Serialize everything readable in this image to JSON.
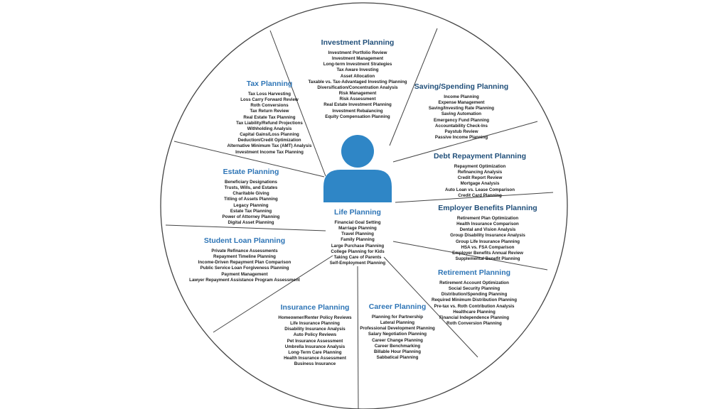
{
  "colors": {
    "heading": "#1f4e79",
    "heading_alt": "#2e75b6",
    "icon": "#2f86c6",
    "lines": "#444444"
  },
  "icons": {
    "center": "person-icon"
  },
  "sections": [
    {
      "key": "investment",
      "title": "Investment Planning",
      "items": [
        "Investment Portfolio Review",
        "Investment Management",
        "Long-term Investment Strategies",
        "Tax Aware Investing",
        "Asset Allocation",
        "Taxable vs. Tax-Advantaged Investing Planning",
        "Diversification/Concentration Analysis",
        "Risk Management",
        "Risk Assessment",
        "Real Estate Investment Planning",
        "Investment Rebalancing",
        "Equity Compensation Planning"
      ]
    },
    {
      "key": "saving",
      "title": "Saving/Spending Planning",
      "items": [
        "Income Planning",
        "Expense Management",
        "Saving/Investing Rate Planning",
        "Saving Automation",
        "Emergency Fund Planning",
        "Accountability Check-Ins",
        "Paystub Review",
        "Passive Income Planning"
      ]
    },
    {
      "key": "debt",
      "title": "Debt Repayment Planning",
      "items": [
        "Repayment Optimization",
        "Refinancing Analysis",
        "Credit Report Review",
        "Mortgage Analysis",
        "Auto Loan vs. Lease Comparison",
        "Credit Card Planning"
      ]
    },
    {
      "key": "employer",
      "title": "Employer Benefits Planning",
      "items": [
        "Retirement Plan Optimization",
        "Health Insurance Comparison",
        "Dental and Vision Analysis",
        "Group Disability Insurance Analysis",
        "Group Life Insurance Planning",
        "HSA vs. FSA Comparison",
        "Employer Benefits Annual Review",
        "Supplemental Benefit Planning"
      ]
    },
    {
      "key": "retirement",
      "title": "Retirement Planning",
      "items": [
        "Retirement Account Optimization",
        "Social Security Planning",
        "Distribution/Spending Planning",
        "Required Minimum Distribution Planning",
        "Pre-tax vs. Roth Contribution Analysis",
        "Healthcare Planning",
        "Financial Independence Planning",
        "Roth Conversion Planning"
      ]
    },
    {
      "key": "career",
      "title": "Career Planning",
      "items": [
        "Planning for Partnership",
        "Lateral Planning",
        "Professional Development Planning",
        "Salary Negotiation Planning",
        "Career Change Planning",
        "Career Benchmarking",
        "Billable Hour Planning",
        "Sabbatical Planning"
      ]
    },
    {
      "key": "insurance",
      "title": "Insurance Planning",
      "items": [
        "Homeowner/Renter Policy Reviews",
        "Life Insurance Planning",
        "Disability Insurance Analysis",
        "Auto Policy Reviews",
        "Pet Insurance Assessment",
        "Umbrella Insurance Analysis",
        "Long-Term Care Planning",
        "Health Insurance Assessment",
        "Business Insurance"
      ]
    },
    {
      "key": "student",
      "title": "Student Loan Planning",
      "items": [
        "Private Refinance Assessments",
        "Repayment Timeline Planning",
        "Income-Driven Repayment Plan Comparison",
        "Public Service Loan Forgiveness Planning",
        "Payment Management",
        "Lawyer Repayment Assistance Program Assessment"
      ]
    },
    {
      "key": "estate",
      "title": "Estate Planning",
      "items": [
        "Beneficiary Designations",
        "Trusts, Wills, and Estates",
        "Charitable Giving",
        "Titling of Assets Planning",
        "Legacy Planning",
        "Estate Tax Planning",
        "Power of Attorney Planning",
        "Digital Asset Planning"
      ]
    },
    {
      "key": "tax",
      "title": "Tax Planning",
      "items": [
        "Tax Loss Harvesting",
        "Loss Carry Forward Review",
        "Roth Conversions",
        "Tax Return Review",
        "Real Estate Tax Planning",
        "Tax Liability/Refund Projections",
        "Withholding Analysis",
        "Capital Gains/Loss Planning",
        "Deduction/Credit Optimization",
        "Alternative Minimum Tax (AMT) Analysis",
        "Investment Income Tax Planning"
      ]
    },
    {
      "key": "life",
      "title": "Life Planning",
      "items": [
        "Financial Goal Setting",
        "Marriage Planning",
        "Travel Planning",
        "Family Planning",
        "Large Purchase Planning",
        "College Planning for Kids",
        "Taking Care of Parents",
        "Self-Employment Planning"
      ]
    }
  ]
}
